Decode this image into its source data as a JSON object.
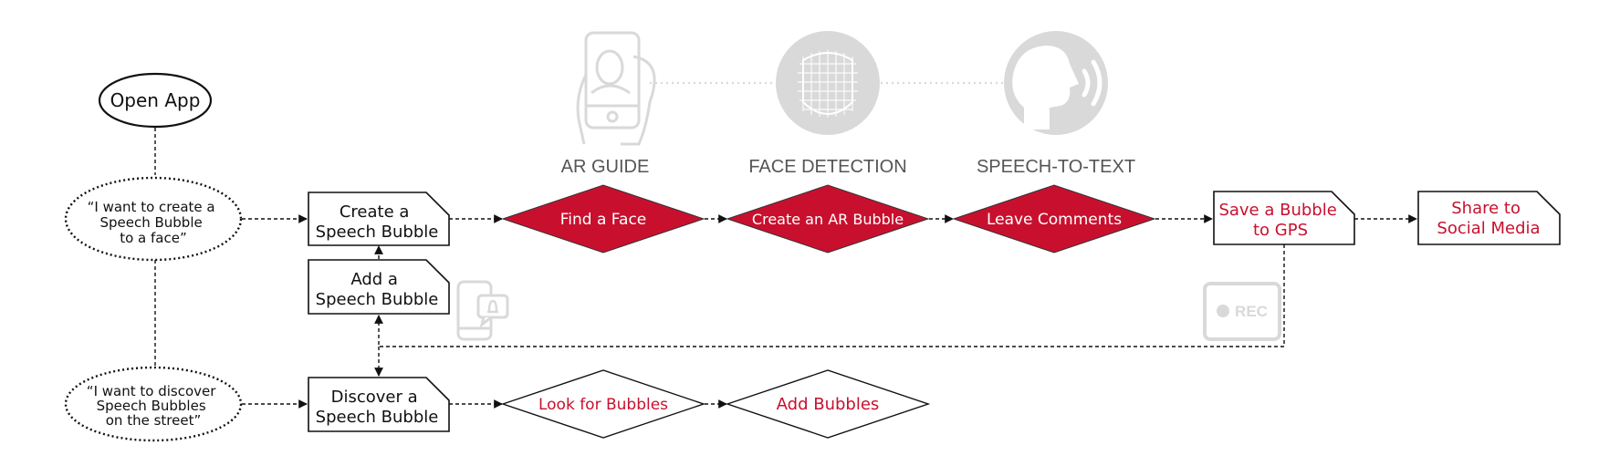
{
  "colors": {
    "accent": "#c8102e",
    "line": "#111111",
    "muted": "#d9d9d9",
    "muted_text": "#555555",
    "white": "#ffffff"
  },
  "features": {
    "ar_guide": {
      "label": "AR GUIDE",
      "icon": "phone-in-hand-icon"
    },
    "face_detection": {
      "label": "FACE DETECTION",
      "icon": "face-scan-icon"
    },
    "speech_to_text": {
      "label": "SPEECH-TO-TEXT",
      "icon": "speaking-head-icon"
    }
  },
  "nodes": {
    "open_app": "Open App",
    "intent_create": [
      "“I want to create a",
      "Speech Bubble",
      "to a face”"
    ],
    "intent_discover": [
      "“I want to discover",
      "Speech Bubbles",
      "on the street”"
    ],
    "create_bubble": [
      "Create a",
      "Speech Bubble"
    ],
    "add_bubble": [
      "Add a",
      "Speech Bubble"
    ],
    "discover_bubble": [
      "Discover a",
      "Speech Bubble"
    ],
    "find_face": "Find a Face",
    "create_ar_bubble": "Create an AR Bubble",
    "leave_comments": "Leave Comments",
    "save_bubble": [
      "Save a Bubble",
      "to GPS"
    ],
    "share_social": [
      "Share to",
      "Social Media"
    ],
    "look_for_bubbles": "Look for Bubbles",
    "add_bubbles": "Add Bubbles"
  },
  "icons": {
    "rec_badge": {
      "icon": "record-icon",
      "label": "REC"
    },
    "phone_notification": {
      "icon": "phone-notification-icon"
    }
  }
}
